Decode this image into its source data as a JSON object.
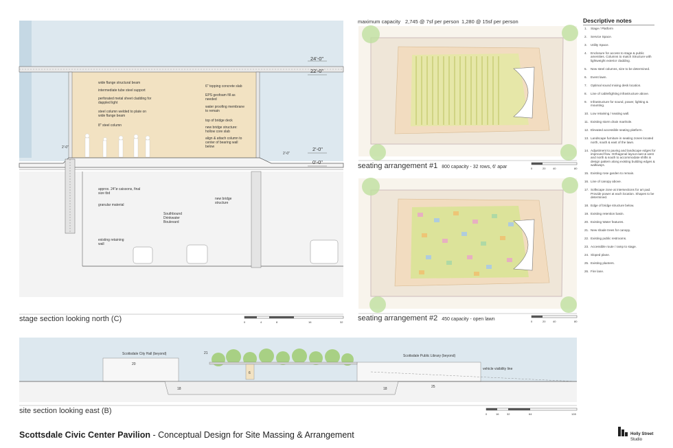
{
  "colors": {
    "sky": "#dde8ef",
    "sand": "#f2e2c2",
    "lawn": "#e6e7a8",
    "tree": "#9fcc72",
    "plaza": "#efe6d8",
    "line": "#555555"
  },
  "stage_section": {
    "caption": "stage section looking north (C)",
    "elevations": [
      "24'-0\"",
      "22'-0\"",
      "2'-0\"",
      "0'-0\""
    ],
    "small_dims": [
      "2'-0\"",
      "2'-0\""
    ],
    "labels_left": [
      "wide flange structural beam",
      "intermediate tube steel support",
      "perforated metal sheet cladding for dappled light",
      "steel column welded to plate on wide flange beam",
      "8\" steel column"
    ],
    "labels_right": [
      "6\" topping concrete slab",
      "EPS geofoam fill as needed",
      "water proofing membrane to remain",
      "top of bridge deck",
      "new bridge structure: hollow core slab",
      "align & attach column to center of bearing wall below"
    ],
    "lower_labels": [
      "approx. 24\"ø caissons, final size tbd",
      "granular material",
      "existing retaining wall",
      "Southbound Drinkwater Boulevard",
      "new bridge structure"
    ],
    "scale_numbers": [
      "0",
      "4",
      "8",
      "16",
      "32"
    ]
  },
  "capacity_header": {
    "label": "maximum capacity",
    "value_7sf": "2,745 @ 7sf per person",
    "value_15sf": "1,280 @ 15sf per person"
  },
  "seating_1": {
    "title": "seating arrangement #1",
    "subtitle": "800 capacity - 32 rows, 6' apar",
    "scale_numbers": [
      "0",
      "20",
      "40",
      "80"
    ]
  },
  "seating_2": {
    "title": "seating arrangement #2",
    "subtitle": "450 capacity - open lawn",
    "scale_numbers": [
      "0",
      "20",
      "40",
      "80"
    ]
  },
  "site_section": {
    "caption": "site section looking east (B)",
    "labels": [
      "Scottsdale City Hall (beyond)",
      "Scottsdale Public Library (beyond)",
      "vehicle visibility line"
    ],
    "tags": [
      "21",
      "20",
      "6",
      "18",
      "18",
      "25"
    ],
    "scale_numbers": [
      "0",
      "16",
      "32",
      "64",
      "128"
    ]
  },
  "notes": {
    "title": "Descriptive notes",
    "items": [
      {
        "num": "1.",
        "text": "Stage / Platform"
      },
      {
        "num": "2.",
        "text": "Service Space."
      },
      {
        "num": "3.",
        "text": "Utility Space."
      },
      {
        "num": "4.",
        "text": "Enclosure for access to stage & public amenities.   Columns to match Structure with lightweight exterior cladding."
      },
      {
        "num": "5.",
        "text": "New steel columns, size to be determined."
      },
      {
        "num": "6.",
        "text": "Event lawn."
      },
      {
        "num": "7.",
        "text": "Optimal sound mixing desk location."
      },
      {
        "num": "8.",
        "text": "Line of cable/lighting infrastructure above."
      },
      {
        "num": "9.",
        "text": "Infrastructure for sound, power, lighting & mounting."
      },
      {
        "num": "10.",
        "text": "Low retaining / seating wall."
      },
      {
        "num": "11.",
        "text": "Existing storm drain manhole."
      },
      {
        "num": "12.",
        "text": "Elevated accessible seating platform."
      },
      {
        "num": "13.",
        "text": "Landscape furniture in seating zones located north, south & east of the lawn."
      },
      {
        "num": "14.",
        "text": "Adjustment to paving and landscape edges for improved flow. Orthagonal layout east & west and north & south to accommodate shifts in design pattern along existing building edges & walkways."
      },
      {
        "num": "15.",
        "text": "Existing rose garden to remain."
      },
      {
        "num": "16.",
        "text": "Line of canopy above."
      },
      {
        "num": "17.",
        "text": "Softscape zone at intersections for art pad. Provide power at each location. Shapes to be determined."
      },
      {
        "num": "18.",
        "text": "Edge of bridge structure below."
      },
      {
        "num": "19.",
        "text": "Existing retention basin."
      },
      {
        "num": "20.",
        "text": "Existing Water features."
      },
      {
        "num": "21.",
        "text": "New shade trees for canopy."
      },
      {
        "num": "22.",
        "text": "Existing public restrooms."
      },
      {
        "num": "23.",
        "text": "Accessible route / ramp to stage."
      },
      {
        "num": "24.",
        "text": "Sloped plane."
      },
      {
        "num": "25.",
        "text": "Existing planters."
      },
      {
        "num": "26.",
        "text": "Fire lane."
      }
    ]
  },
  "footer": {
    "title_bold": "Scottsdale Civic Center Pavilion",
    "title_rest": " - Conceptual Design for Site Massing & Arrangement",
    "firm_name": "Holly Street",
    "firm_sub": "Studio"
  }
}
